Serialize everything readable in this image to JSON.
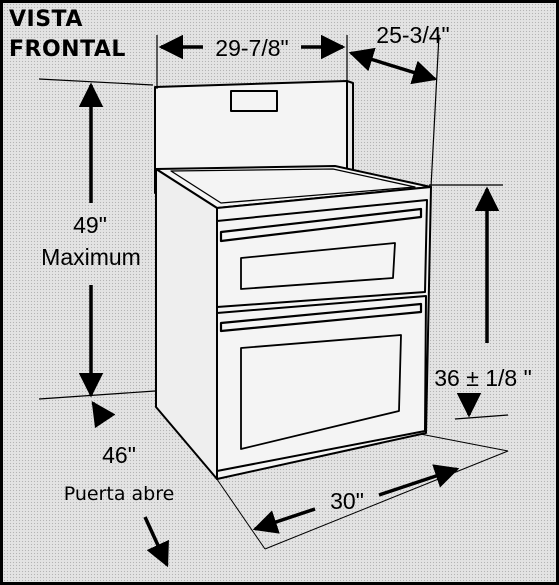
{
  "title": {
    "line1": "VISTA",
    "line2": "FRONTAL"
  },
  "dimensions": {
    "top_width": "29-7/8\"",
    "depth": "25-3/4\"",
    "height_max_value": "49\"",
    "height_max_label": "Maximum",
    "counter_height": "36 ± 1/8 \"",
    "door_open_value": "46\"",
    "door_open_label": "Puerta abre",
    "bottom_width": "30\""
  },
  "colors": {
    "line": "#000000",
    "background": "#e3e3e3",
    "appliance_fill": "#f4f4f4"
  }
}
